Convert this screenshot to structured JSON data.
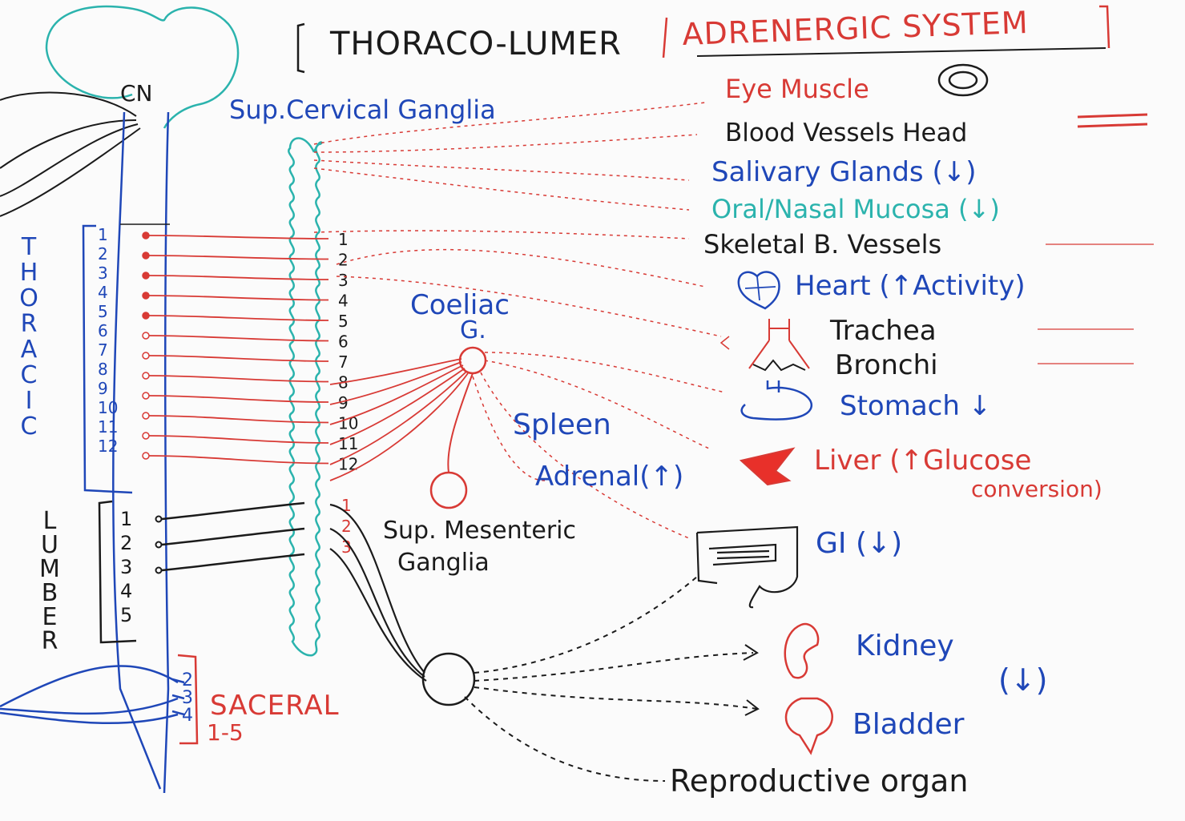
{
  "title": {
    "left": "THORACO-LUMER",
    "right": "ADRENERGIC SYSTEM"
  },
  "brain": {
    "label": "CN"
  },
  "regions": {
    "thoracic": "THORACIC",
    "lumbar": "LUMBER",
    "sacral": "SACERAL",
    "sacral_range": "1-5"
  },
  "spinal_numbers": {
    "thoracic": [
      "1",
      "2",
      "3",
      "4",
      "5",
      "6",
      "7",
      "8",
      "9",
      "10",
      "11",
      "12"
    ],
    "lumbar": [
      "1",
      "2",
      "3",
      "4",
      "5"
    ],
    "sacral": [
      "2",
      "3",
      "4"
    ]
  },
  "chain_numbers": {
    "thoracic": [
      "1",
      "2",
      "3",
      "4",
      "5",
      "6",
      "7",
      "8",
      "9",
      "10",
      "11",
      "12"
    ],
    "lumbar": [
      "1",
      "2",
      "3"
    ]
  },
  "ganglia": {
    "sup_cervical": "Sup.Cervical Ganglia",
    "coeliac_1": "Coeliac",
    "coeliac_2": "G.",
    "sup_mesenteric_1": "Sup. Mesenteric",
    "sup_mesenteric_2": "Ganglia"
  },
  "targets": {
    "eye": "Eye Muscle",
    "blood_vessels_head": "Blood Vessels Head",
    "salivary": "Salivary Glands (↓)",
    "oral_nasal": "Oral/Nasal Mucosa (↓)",
    "skeletal": "Skeletal B. Vessels",
    "heart": "Heart (↑Activity)",
    "trachea": "Trachea",
    "bronchi": "Bronchi",
    "stomach": "Stomach ↓",
    "spleen": "Spleen",
    "adrenal": "Adrenal(↑)",
    "liver_1": "Liver (↑Glucose",
    "liver_2": "conversion)",
    "gi": "GI (↓)",
    "kidney": "Kidney",
    "kidney_bladder_effect": "(↓)",
    "bladder": "Bladder",
    "reproductive": "Reproductive organ"
  },
  "colors": {
    "blue": "#1f47b8",
    "red": "#d83a35",
    "black": "#1b1b1b",
    "teal": "#2bb3ad",
    "board": "#fbfbfb"
  }
}
